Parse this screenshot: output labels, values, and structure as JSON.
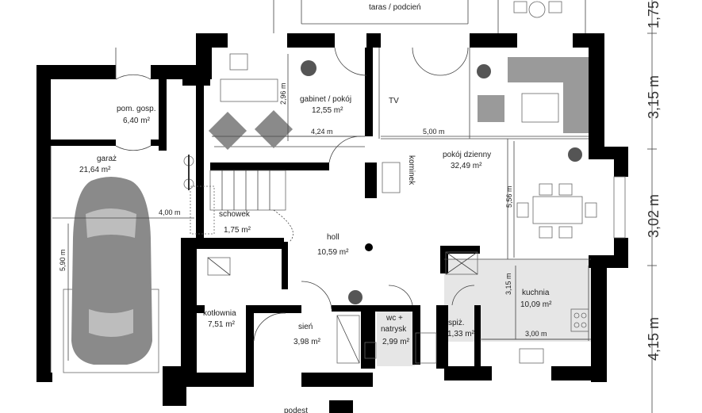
{
  "rooms": {
    "taras": {
      "name": "taras / podcień"
    },
    "gabinet": {
      "name": "gabinet / pokój",
      "area": "12,55 m²"
    },
    "pom_gosp": {
      "name": "pom. gosp.",
      "area": "6,40 m²"
    },
    "garaz": {
      "name": "garaż",
      "area": "21,64 m²"
    },
    "pokoj_dzienny": {
      "name": "pokój dzienny",
      "area": "32,49 m²"
    },
    "schowek": {
      "name": "schowek",
      "area": "1,75 m²"
    },
    "holl": {
      "name": "holl",
      "area": "10,59 m²"
    },
    "kotlownia": {
      "name": "kotłownia",
      "area": "7,51 m²"
    },
    "sien": {
      "name": "sień",
      "area": "3,98 m²"
    },
    "wc": {
      "name_line1": "wc +",
      "name_line2": "natrysk",
      "area": "2,99 m²"
    },
    "spiz": {
      "name": "spiż.",
      "area": "1,33 m²"
    },
    "kuchnia": {
      "name": "kuchnia",
      "area": "10,09 m²"
    },
    "podest": {
      "name": "podest"
    }
  },
  "labels": {
    "tv": "TV",
    "kominek": "kominek"
  },
  "dimensions": {
    "gabinet_height": "2,96 m",
    "gabinet_width": "4,24 m",
    "pokoj_width": "5,00 m",
    "pokoj_height": "5,56 m",
    "garaz_width": "4,00 m",
    "garaz_height": "5,90 m",
    "kuchnia_height": "3,15 m",
    "kuchnia_width": "3,00 m"
  },
  "side_dimensions": [
    "1,75 m",
    "3,15 m",
    "3,02 m",
    "4,15 m"
  ],
  "colors": {
    "wall": "#000000",
    "kitchen_floor": "#e6e6e6",
    "wc_floor": "#e6e6e6",
    "sofa": "#9a9a9a",
    "car": "#8a8a8a"
  }
}
